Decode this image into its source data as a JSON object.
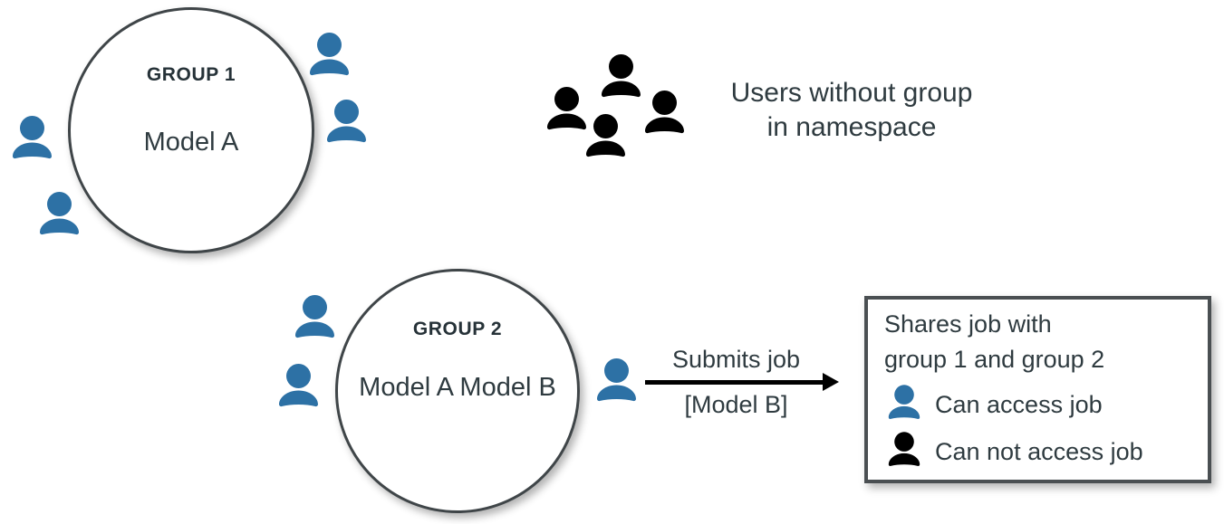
{
  "diagram": {
    "groups": [
      {
        "id": "group-1",
        "title": "GROUP 1",
        "models": "Model A"
      },
      {
        "id": "group-2",
        "title": "GROUP 2",
        "models": "Model A\nModel B"
      }
    ],
    "annotations": {
      "users_without_group": "Users without group\nin namespace"
    },
    "arrow": {
      "label_top": "Submits job",
      "label_bottom": "[Model B]"
    },
    "legend": {
      "heading": "Shares job with\ngroup 1 and group 2",
      "rows": [
        {
          "icon": "user-icon-blue",
          "label": "Can access job"
        },
        {
          "icon": "user-icon-black",
          "label": "Can not access job"
        }
      ]
    },
    "icons": {
      "group1_members": [
        {
          "name": "user-icon-blue"
        },
        {
          "name": "user-icon-blue"
        },
        {
          "name": "user-icon-blue"
        },
        {
          "name": "user-icon-blue"
        }
      ],
      "group2_members": [
        {
          "name": "user-icon-blue"
        },
        {
          "name": "user-icon-blue"
        },
        {
          "name": "user-icon-blue"
        }
      ],
      "ungrouped_users": [
        {
          "name": "user-icon-black"
        },
        {
          "name": "user-icon-black"
        },
        {
          "name": "user-icon-black"
        },
        {
          "name": "user-icon-black"
        }
      ]
    },
    "colors": {
      "user_blue": "#2d71a5",
      "user_black": "#000000",
      "text_dark": "#2f3b40",
      "title_dark": "#263238",
      "circle_stroke": "#3f4548",
      "box_stroke": "#4a4f52",
      "background": "#ffffff"
    }
  }
}
